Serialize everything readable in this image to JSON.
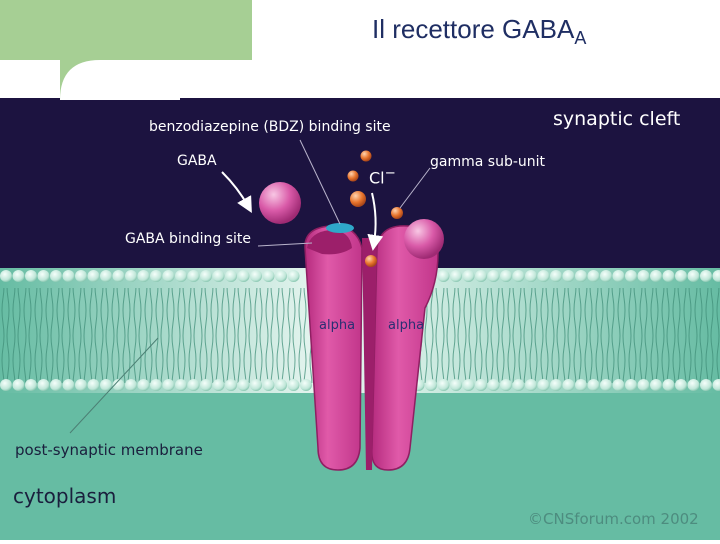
{
  "slide": {
    "title": "Il recettore GABA",
    "title_subscript": "A"
  },
  "diagram": {
    "labels": {
      "bdz_site": "benzodiazepine (BDZ) binding site",
      "synaptic_cleft": "synaptic cleft",
      "gaba": "GABA",
      "chloride": "Cl",
      "chloride_charge": "−",
      "gamma_subunit": "gamma sub-unit",
      "gaba_binding_site": "GABA binding site",
      "alpha_left": "alpha",
      "alpha_right": "alpha",
      "post_synaptic_membrane": "post-synaptic membrane",
      "cytoplasm": "cytoplasm",
      "copyright": "©CNSforum.com 2002"
    },
    "colors": {
      "synaptic_cleft": "#1c1340",
      "membrane": "#6fc6ad",
      "cytoplasm": "#66bca3",
      "receptor": "#d9459e",
      "ion": "#e8742c",
      "gaba_molecule": "#d95aa8",
      "title": "#1f2e63",
      "green_block": "#a6cf94"
    }
  }
}
